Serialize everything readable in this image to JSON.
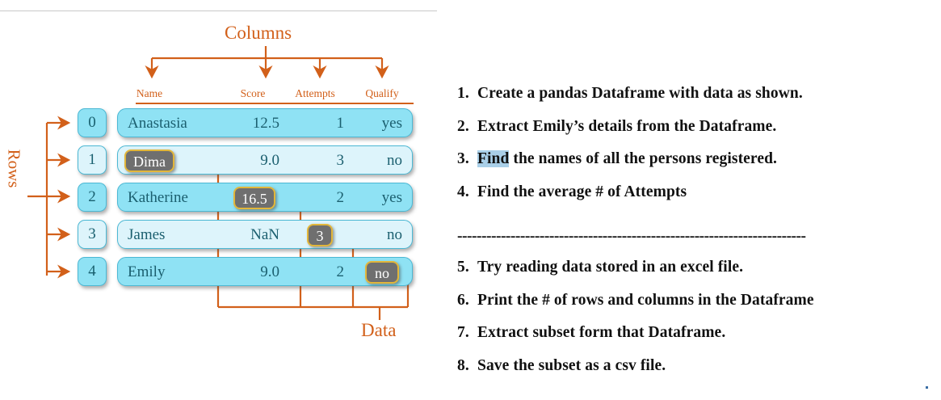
{
  "figure": {
    "columns_label": "Columns",
    "rows_label": "Rows",
    "data_label": "Data"
  },
  "table": {
    "columns": [
      "Name",
      "Score",
      "Attempts",
      "Qualify"
    ],
    "index": [
      "0",
      "1",
      "2",
      "3",
      "4"
    ],
    "rows": [
      {
        "index": "0",
        "name": "Anastasia",
        "score": "12.5",
        "attempts": "1",
        "qualify": "yes",
        "shade": "dark"
      },
      {
        "index": "1",
        "name": "Dima",
        "score": "9.0",
        "attempts": "3",
        "qualify": "no",
        "shade": "light"
      },
      {
        "index": "2",
        "name": "Katherine",
        "score": "16.5",
        "attempts": "2",
        "qualify": "yes",
        "shade": "dark"
      },
      {
        "index": "3",
        "name": "James",
        "score": "NaN",
        "attempts": "3",
        "qualify": "no",
        "shade": "light"
      },
      {
        "index": "4",
        "name": "Emily",
        "score": "9.0",
        "attempts": "2",
        "qualify": "no",
        "shade": "dark"
      }
    ],
    "highlighted_cells": [
      {
        "row": "1",
        "column": "Name",
        "value": "Dima"
      },
      {
        "row": "2",
        "column": "Score",
        "value": "16.5"
      },
      {
        "row": "3",
        "column": "Attempts",
        "value": "3"
      },
      {
        "row": "4",
        "column": "Qualify",
        "value": "no"
      }
    ]
  },
  "tasks_primary": [
    {
      "num": "1.",
      "text": "Create a pandas Dataframe with data as shown."
    },
    {
      "num": "2.",
      "text": "Extract Emily’s details from the Dataframe."
    },
    {
      "num": "3.",
      "selected": "Find",
      "text": " the names of all the persons registered."
    },
    {
      "num": "4.",
      "text": "Find the average # of Attempts"
    }
  ],
  "separator": "------------------------------------------------------------------------",
  "tasks_secondary": [
    {
      "num": "5.",
      "text": "Try reading data stored in an excel file."
    },
    {
      "num": "6.",
      "text": "Print the # of rows and columns in the Dataframe"
    },
    {
      "num": "7.",
      "text": "Extract subset form that Dataframe."
    },
    {
      "num": "8.",
      "text": "Save the subset as a csv file."
    }
  ],
  "colors": {
    "annotation": "#d2601a",
    "row_dark": "#8fe2f4",
    "row_light": "#ddf4fb",
    "row_border": "#4bb8d4",
    "cell_text": "#1b5f6f",
    "highlight_fill": "#6f6f6f",
    "highlight_border": "#e2b63a",
    "selection": "#a9cfe8"
  }
}
